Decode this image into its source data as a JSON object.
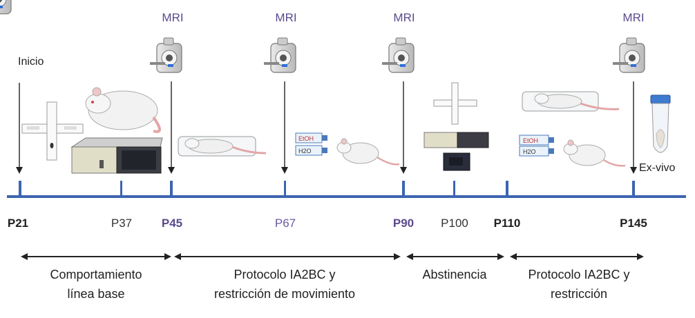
{
  "mri_label": "MRI",
  "inicio_label": "Inicio",
  "exvivo_label": "Ex-vivo",
  "bottle_labels": {
    "etoh": "EtOH",
    "h2o": "H2O"
  },
  "timepoints": [
    {
      "label": "P21",
      "style": "bold"
    },
    {
      "label": "P37",
      "style": "plain"
    },
    {
      "label": "P45",
      "style": "purple-bold"
    },
    {
      "label": "P67",
      "style": "purple"
    },
    {
      "label": "P90",
      "style": "purple-bold"
    },
    {
      "label": "P100",
      "style": "plain"
    },
    {
      "label": "P110",
      "style": "bold"
    },
    {
      "label": "P145",
      "style": "bold"
    }
  ],
  "phases": [
    {
      "line1": "Comportamiento",
      "line2": "línea base"
    },
    {
      "line1": "Protocolo IA2BC y",
      "line2": "restricción de movimiento"
    },
    {
      "line1": "Abstinencia",
      "line2": ""
    },
    {
      "line1": "Protocolo IA2BC y",
      "line2": "restricción"
    }
  ],
  "colors": {
    "axis": "#3d64b0",
    "mri_text": "#5b4a8c",
    "arrow": "#222222"
  }
}
